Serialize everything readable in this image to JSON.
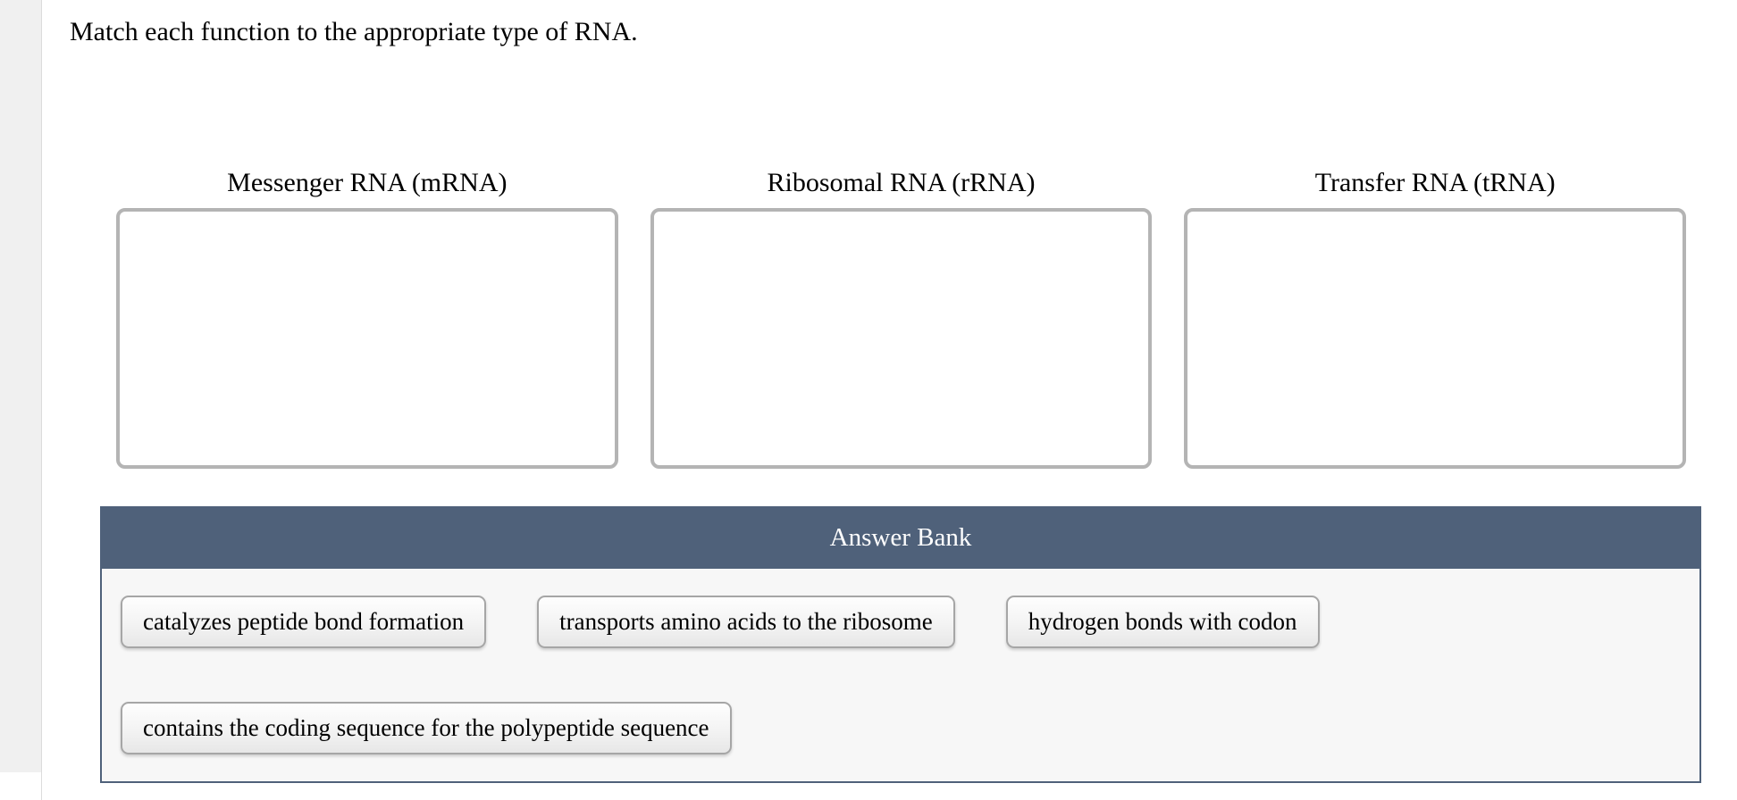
{
  "page": {
    "prompt": "Match each function to the appropriate type of RNA."
  },
  "bins": [
    {
      "label": "Messenger RNA (mRNA)"
    },
    {
      "label": "Ribosomal RNA (rRNA)"
    },
    {
      "label": "Transfer RNA (tRNA)"
    }
  ],
  "answer_bank": {
    "title": "Answer Bank",
    "rows": [
      [
        "catalyzes peptide bond formation",
        "transports amino acids to the ribosome",
        "hydrogen bonds with codon"
      ],
      [
        "contains the coding sequence for the polypeptide sequence"
      ]
    ]
  },
  "colors": {
    "bank_header_bg": "#4f617a",
    "bank_body_bg": "#f7f7f7",
    "drop_box_border": "#b4b4b4"
  }
}
